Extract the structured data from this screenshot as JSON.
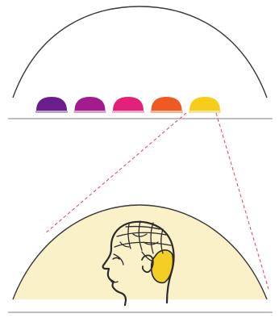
{
  "colors": {
    "outline": "#3a3a3a",
    "baseline": "#9a9a9a",
    "zoom_lines": "#e8506a",
    "zoom_fill": "#fbf1c8",
    "head_outline": "#2a2a2a",
    "highlight_region": "#f2cf24"
  },
  "domes": [
    {
      "name": "dome-purple",
      "color": "#6a1e8c",
      "shadow": "#b9a6c6"
    },
    {
      "name": "dome-violet",
      "color": "#a21c8e",
      "shadow": "#cfa7c8"
    },
    {
      "name": "dome-magenta",
      "color": "#e3207a",
      "shadow": "#eeb2c9"
    },
    {
      "name": "dome-orange",
      "color": "#ef5a22",
      "shadow": "#f2b7a2"
    },
    {
      "name": "dome-yellow",
      "color": "#f6cd1a",
      "shadow": "#f2e3a6"
    }
  ],
  "zoom": {
    "source_dome_index": 4
  },
  "icons": {
    "head": "phrenology-head-icon"
  }
}
